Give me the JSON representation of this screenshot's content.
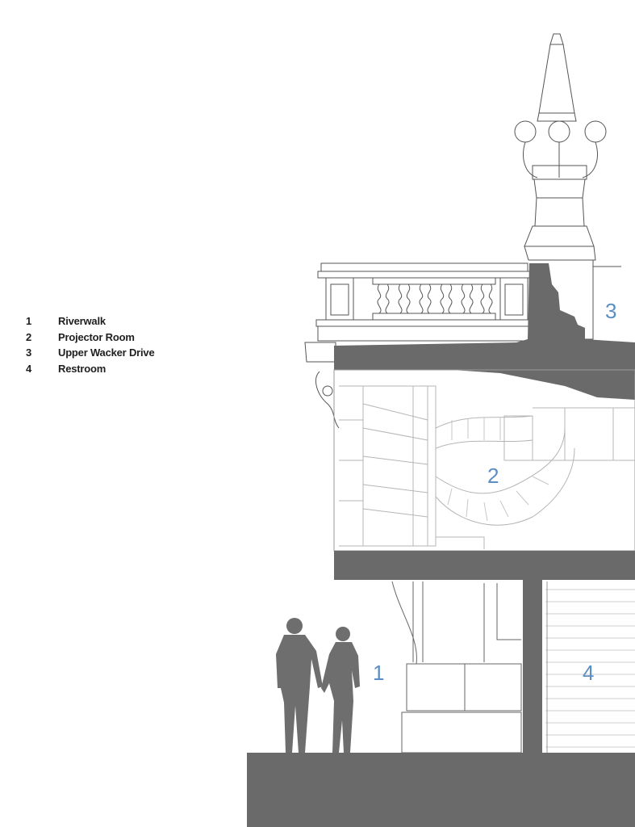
{
  "legend": {
    "items": [
      {
        "number": "1",
        "label": "Riverwalk"
      },
      {
        "number": "2",
        "label": "Projector Room"
      },
      {
        "number": "3",
        "label": "Upper Wacker Drive"
      },
      {
        "number": "4",
        "label": "Restroom"
      }
    ]
  },
  "callouts": {
    "riverwalk": "1",
    "projector_room": "2",
    "upper_wacker_drive": "3",
    "restroom": "4"
  },
  "colors": {
    "slab": "#6a6a6a",
    "line": "#555555",
    "faint": "#b5b5b5",
    "callout": "#5b8fc4",
    "silhouette": "#6e6e6e"
  }
}
